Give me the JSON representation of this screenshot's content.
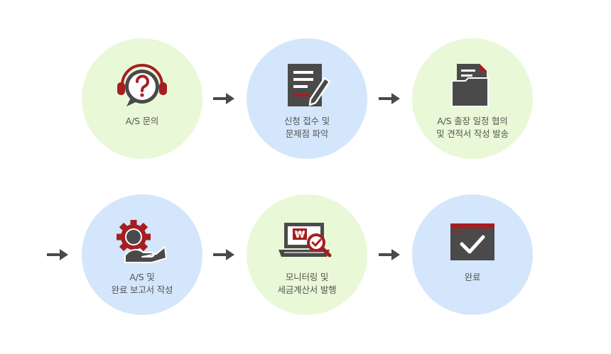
{
  "colors": {
    "circle_green": "#e9f8d6",
    "circle_blue": "#d4e6fb",
    "icon_dark": "#4a4a4a",
    "icon_red": "#a51e22",
    "text": "#555555"
  },
  "steps": [
    {
      "lines": [
        "A/S 문의"
      ],
      "icon": "headset-question-icon"
    },
    {
      "lines": [
        "신청 접수 및",
        "문제점 파악"
      ],
      "icon": "document-pen-icon"
    },
    {
      "lines": [
        "A/S 출장 일정 협의",
        "및 견적서 작성 발송"
      ],
      "icon": "folder-document-icon"
    },
    {
      "lines": [
        "A/S 및",
        "완료 보고서 작성"
      ],
      "icon": "gear-hand-icon"
    },
    {
      "lines": [
        "모니터링 및",
        "세금계산서 발행"
      ],
      "icon": "laptop-won-magnifier-icon"
    },
    {
      "lines": [
        "완료"
      ],
      "icon": "window-check-icon"
    }
  ]
}
